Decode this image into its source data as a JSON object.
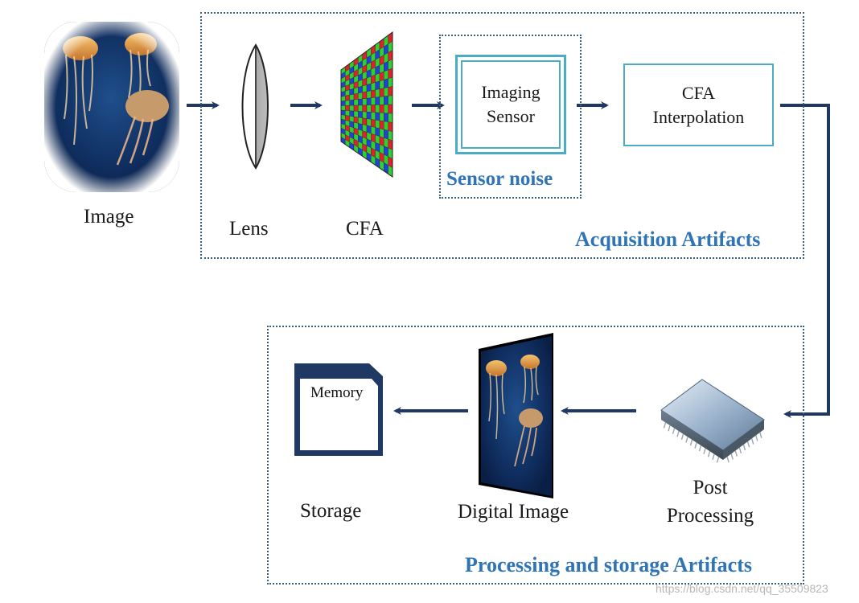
{
  "diagram": {
    "source_image_label": "Image",
    "lens_label": "Lens",
    "cfa_label": "CFA",
    "imaging_sensor_label": "Imaging Sensor",
    "sensor_noise_label": "Sensor noise",
    "cfa_interpolation_label": "CFA Interpolation",
    "acquisition_group_label": "Acquisition Artifacts",
    "post_processing_label": "Post Processing",
    "digital_image_label": "Digital Image",
    "memory_label": "Memory",
    "storage_label": "Storage",
    "processing_group_label": "Processing and storage Artifacts",
    "watermark_text": "https://blog.csdn.net/qq_35509823"
  },
  "colors": {
    "arrow": "#1f3864",
    "accent_blue": "#2f74b5",
    "teal_box": "#4bacc6",
    "dotted_border": "#3b5f7c"
  },
  "icons": [
    "jellyfish-photo",
    "lens-icon",
    "cfa-grid-icon",
    "sd-card-icon",
    "processor-chip-icon",
    "digital-image-icon"
  ]
}
